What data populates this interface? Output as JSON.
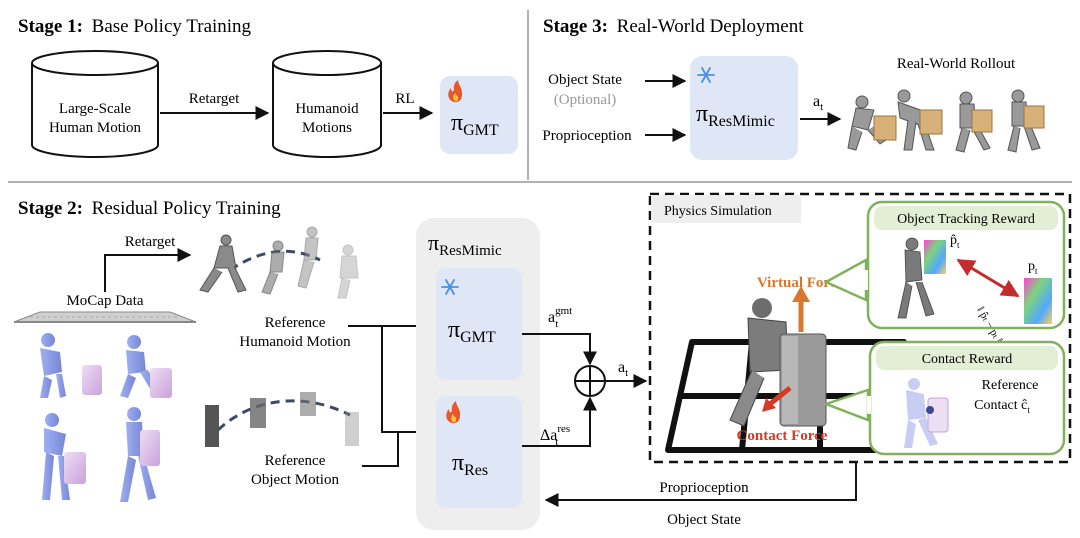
{
  "stage1": {
    "heading_bold": "Stage 1:",
    "heading_rest": "Base Policy Training",
    "db1_line1": "Large-Scale",
    "db1_line2": "Human Motion",
    "retarget_label": "Retarget",
    "db2_line1": "Humanoid",
    "db2_line2": "Motions",
    "rl_label": "RL",
    "policy_pi": "π",
    "policy_sub": "GMT"
  },
  "stage3": {
    "heading_bold": "Stage 3:",
    "heading_rest": "Real-World Deployment",
    "object_state": "Object State",
    "optional": "(Optional)",
    "proprioception": "Proprioception",
    "policy_pi": "π",
    "policy_sub": "ResMimic",
    "action": "a",
    "action_sub": "t",
    "rollout_label": "Real-World Rollout"
  },
  "stage2": {
    "heading_bold": "Stage 2:",
    "heading_rest": "Residual Policy Training",
    "retarget_label": "Retarget",
    "mocap_label": "MoCap Data",
    "ref_humanoid_1": "Reference",
    "ref_humanoid_2": "Humanoid Motion",
    "ref_object_1": "Reference",
    "ref_object_2": "Object Motion",
    "container_pi": "π",
    "container_sub": "ResMimic",
    "gmt_pi": "π",
    "gmt_sub": "GMT",
    "res_pi": "π",
    "res_sub": "Res",
    "a_gmt": "a",
    "a_gmt_sup": "gmt",
    "a_gmt_sub": "t",
    "delta_a": "Δa",
    "delta_sup": "res",
    "delta_sub": "t",
    "sum_out": "a",
    "sum_out_sub": "t",
    "proprioception": "Proprioception",
    "object_state": "Object State"
  },
  "simulation": {
    "title": "Physics Simulation",
    "virtual_force": "Virtual Force",
    "contact_force": "Contact Force",
    "tracking_title": "Object Tracking Reward",
    "p_hat": "p̂",
    "p_hat_sub": "t",
    "p_true": "p",
    "p_true_sub": "t",
    "norm_expr": "‖ p̂ₜ − pₜ ‖₂",
    "contact_title": "Contact Reward",
    "contact_ref_1": "Reference",
    "contact_ref_2": "Contact ĉ",
    "contact_ref_sub": "t"
  },
  "colors": {
    "policy_fill": "#dfe6f5",
    "container_fill": "#eeeeee",
    "reward_border": "#7fb25a",
    "reward_title_fill": "#e2efd5",
    "virtual_force": "#d8772e",
    "contact_force": "#d63a26",
    "track_arrow": "#c42b2b",
    "fire": "#e8572a",
    "snow": "#4a90e2",
    "human_blue": "#8e9ee6",
    "box_pink": "#d9b6e6"
  }
}
